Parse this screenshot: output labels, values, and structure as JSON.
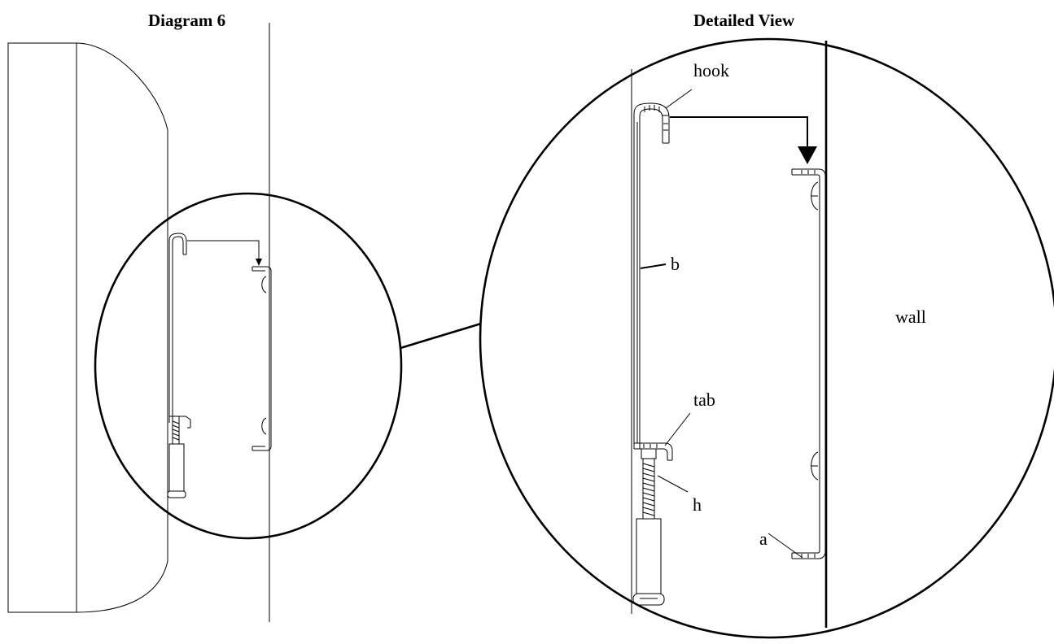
{
  "titles": {
    "left": "Diagram 6",
    "right": "Detailed View"
  },
  "labels": {
    "hook": "hook",
    "b": "b",
    "tab": "tab",
    "h": "h",
    "a": "a",
    "wall": "wall"
  }
}
